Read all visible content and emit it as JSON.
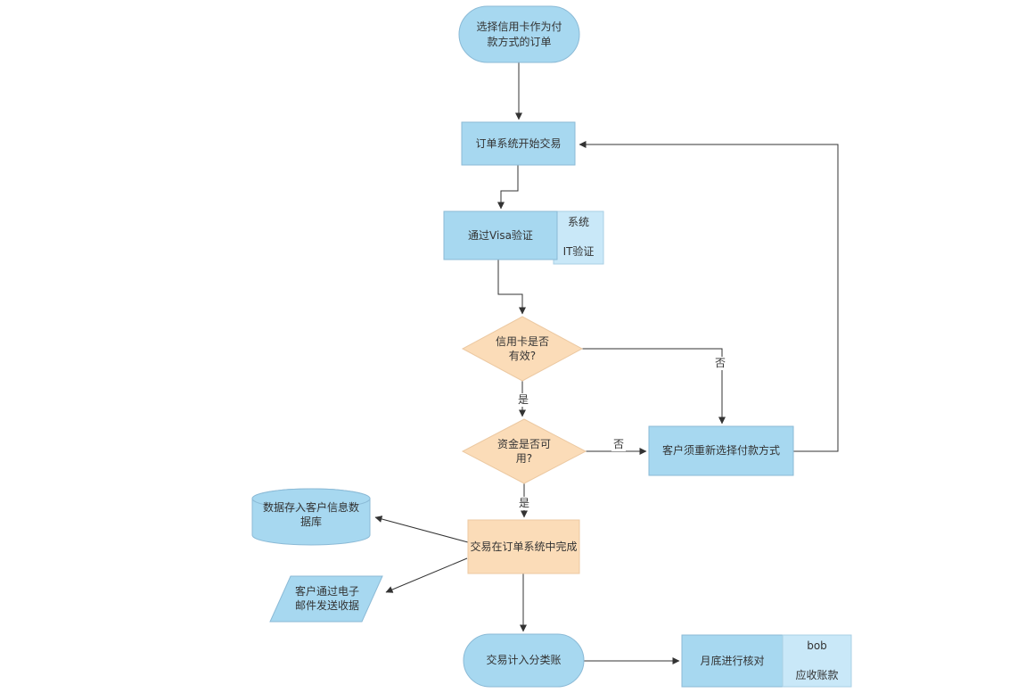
{
  "diagram": {
    "nodes": {
      "start": {
        "label": "选择信用卡作为付\n款方式的订单"
      },
      "order_system": {
        "label": "订单系统开始交易"
      },
      "visa_check": {
        "label": "通过Visa验证",
        "annotation_top": "系统",
        "annotation_bottom": "IT验证"
      },
      "card_valid": {
        "label": "信用卡是否\n有效?"
      },
      "funds_available": {
        "label": "资金是否可\n用?"
      },
      "reselect_payment": {
        "label": "客户须重新选择付款方式"
      },
      "transaction_complete": {
        "label": "交易在订单系统中完成"
      },
      "customer_database": {
        "label": "数据存入客户信息数\n据库"
      },
      "email_receipt": {
        "label": "客户通过电子\n邮件发送收据"
      },
      "ledger": {
        "label": "交易计入分类账"
      },
      "reconcile": {
        "label": "月底进行核对",
        "annotation_top": "bob",
        "annotation_bottom": "应收账款"
      }
    },
    "edge_labels": {
      "card_invalid": "否",
      "card_valid_yes": "是",
      "funds_no": "否",
      "funds_yes": "是"
    },
    "colors": {
      "node_blue": "#a7d8f0",
      "node_blue_light": "#c9e8f8",
      "border_blue": "#8bbad6",
      "border_blue_light": "#a9cfe4",
      "node_peach": "#fbdcb8",
      "border_peach": "#ecc9a2",
      "line": "#333333",
      "text": "#333333"
    }
  }
}
